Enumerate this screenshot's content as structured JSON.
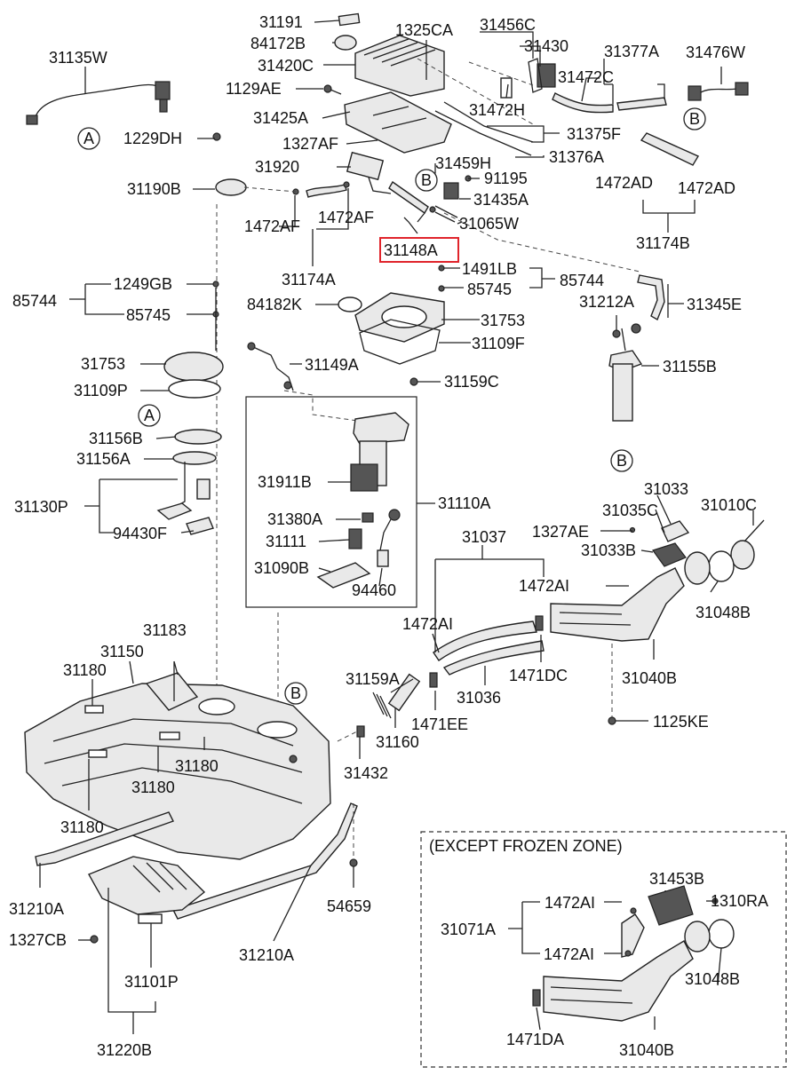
{
  "callouts": {
    "a": "A",
    "b": "B"
  },
  "highlight_color": "#e0242b",
  "frozen_zone_title": "(EXCEPT FROZEN ZONE)",
  "parts": [
    "31191",
    "84172B",
    "1325CA",
    "31456C",
    "31430",
    "31420C",
    "31135W",
    "31377A",
    "31476W",
    "1129AE",
    "31472C",
    "31472H",
    "31425A",
    "1229DH",
    "31375F",
    "1327AF",
    "31376A",
    "31459H",
    "31920",
    "91195",
    "31190B",
    "31435A",
    "1472AD",
    "1472AD",
    "1472AF",
    "1472AF",
    "31065W",
    "31174B",
    "31148A",
    "31174A",
    "1491LB",
    "85744",
    "1249GB",
    "85745",
    "85744",
    "84182K",
    "31345E",
    "31212A",
    "31753",
    "85745",
    "31109F",
    "31753",
    "31149A",
    "31155B",
    "31109P",
    "31159C",
    "31156B",
    "31911B",
    "31110A",
    "31156A",
    "31033",
    "31130P",
    "31035C",
    "31010C",
    "31380A",
    "1327AE",
    "31037",
    "94430F",
    "31111",
    "31033B",
    "31090B",
    "1472AI",
    "94460",
    "31048B",
    "1472AI",
    "31183",
    "31150",
    "31180",
    "31040B",
    "31159A",
    "31036",
    "1471DC",
    "1471EE",
    "1125KE",
    "31160",
    "31180",
    "31432",
    "31180",
    "31180",
    "31453B",
    "1472AI",
    "1310RA",
    "31210A",
    "31071A",
    "54659",
    "1472AI",
    "1327CB",
    "31048B",
    "31210A",
    "31101P",
    "1471DA",
    "31040B",
    "31220B"
  ]
}
